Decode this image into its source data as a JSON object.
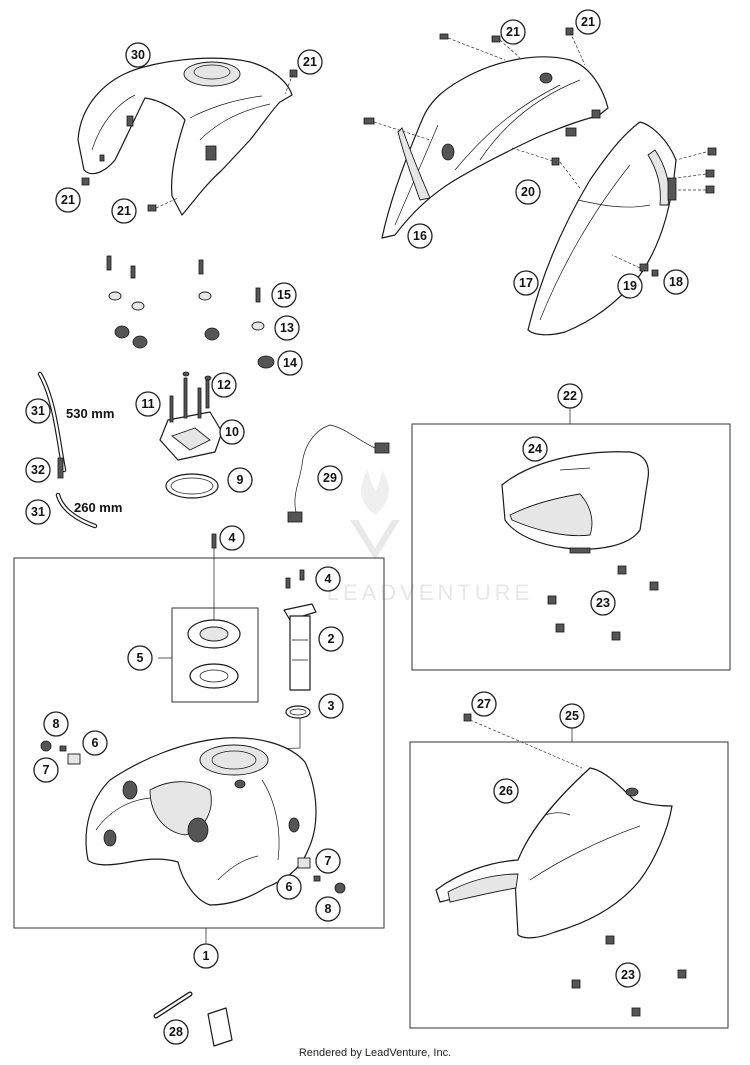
{
  "callouts": [
    {
      "id": "c30",
      "label": "30"
    },
    {
      "id": "c21a",
      "label": "21"
    },
    {
      "id": "c21b",
      "label": "21"
    },
    {
      "id": "c21c",
      "label": "21"
    },
    {
      "id": "c21d",
      "label": "21"
    },
    {
      "id": "c21e",
      "label": "21"
    },
    {
      "id": "c16",
      "label": "16"
    },
    {
      "id": "c20",
      "label": "20"
    },
    {
      "id": "c17",
      "label": "17"
    },
    {
      "id": "c19",
      "label": "19"
    },
    {
      "id": "c18",
      "label": "18"
    },
    {
      "id": "c15",
      "label": "15"
    },
    {
      "id": "c13",
      "label": "13"
    },
    {
      "id": "c14",
      "label": "14"
    },
    {
      "id": "c12",
      "label": "12"
    },
    {
      "id": "c11",
      "label": "11"
    },
    {
      "id": "c10",
      "label": "10"
    },
    {
      "id": "c9",
      "label": "9"
    },
    {
      "id": "c31a",
      "label": "31"
    },
    {
      "id": "c32",
      "label": "32"
    },
    {
      "id": "c31b",
      "label": "31"
    },
    {
      "id": "c29",
      "label": "29"
    },
    {
      "id": "c22",
      "label": "22"
    },
    {
      "id": "c24",
      "label": "24"
    },
    {
      "id": "c23a",
      "label": "23"
    },
    {
      "id": "c4a",
      "label": "4"
    },
    {
      "id": "c4b",
      "label": "4"
    },
    {
      "id": "c2",
      "label": "2"
    },
    {
      "id": "c3",
      "label": "3"
    },
    {
      "id": "c5",
      "label": "5"
    },
    {
      "id": "c8a",
      "label": "8"
    },
    {
      "id": "c6a",
      "label": "6"
    },
    {
      "id": "c7a",
      "label": "7"
    },
    {
      "id": "c7b",
      "label": "7"
    },
    {
      "id": "c6b",
      "label": "6"
    },
    {
      "id": "c8b",
      "label": "8"
    },
    {
      "id": "c1",
      "label": "1"
    },
    {
      "id": "c28",
      "label": "28"
    },
    {
      "id": "c27",
      "label": "27"
    },
    {
      "id": "c25",
      "label": "25"
    },
    {
      "id": "c26",
      "label": "26"
    },
    {
      "id": "c23b",
      "label": "23"
    }
  ],
  "hose_labels": {
    "hose_530": "530 mm",
    "hose_260": "260 mm"
  },
  "watermark": "LEADVENTURE",
  "footer": "Rendered by LeadVenture, Inc.",
  "colors": {
    "line": "#1a1a1a",
    "background": "#ffffff",
    "watermark": "#d4d4d4"
  }
}
